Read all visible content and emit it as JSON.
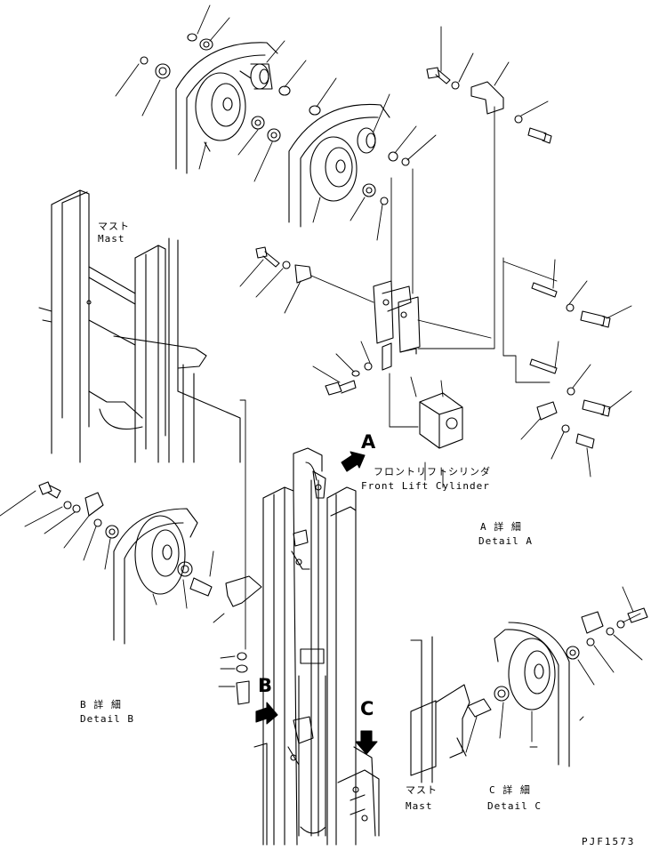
{
  "labels": {
    "mast_top_jp": "マスト",
    "mast_top_en": "Mast",
    "view_a": "A",
    "view_b": "B",
    "view_c": "C",
    "front_lift_cylinder_jp": "フロントリフトシリンダ",
    "front_lift_cylinder_en": "Front Lift Cylinder",
    "detail_a_jp": "A 詳 細",
    "detail_a_en": "Detail A",
    "detail_b_jp": "B 詳 細",
    "detail_b_en": "Detail B",
    "detail_c_jp": "C 詳 細",
    "detail_c_en": "Detail C",
    "mast_bottom_jp": "マスト",
    "mast_bottom_en": "Mast"
  },
  "drawing_code": "PJF1573",
  "colors": {
    "ink": "#000000",
    "paper": "#ffffff"
  },
  "icons": {
    "arrow": "view-direction-arrow-icon",
    "pulley": "pulley-icon",
    "bolt": "bolt-icon",
    "washer": "washer-icon",
    "nut": "nut-icon"
  }
}
